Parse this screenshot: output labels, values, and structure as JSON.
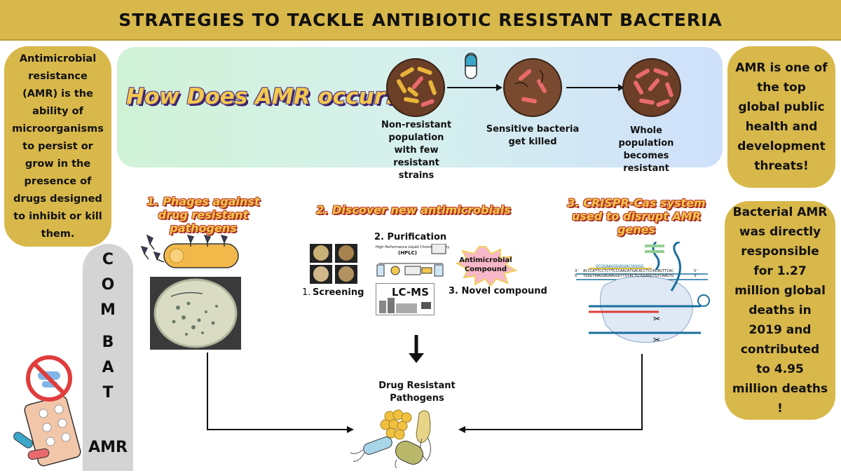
{
  "title": "STRATEGIES TO TACKLE ANTIBIOTIC RESISTANT BACTERIA",
  "left_box": "Antimicrobial resistance (AMR) is the ability of microorganisms to persist or grow in the presence of drugs designed to inhibit or kill them.",
  "right_top_box": "AMR is one of the top global public health and development threats!",
  "right_bottom_box": "Bacterial AMR was directly responsible for 1.27 million global deaths in 2019 and contributed to 4.95 million deaths !",
  "amr_panel": {
    "title": "How Does AMR occur?",
    "stages": [
      "Non-resistant population with few resistant strains",
      "Sensitive bacteria get killed",
      "Whole population becomes resistant"
    ]
  },
  "combat": {
    "letters": [
      "C",
      "O",
      "M",
      "B",
      "A",
      "T"
    ],
    "word": "AMR"
  },
  "strategy1": {
    "title": "1. Phages against drug resistant pathogens"
  },
  "strategy2": {
    "title": "2. Discover new antimicrobials",
    "purification": "2. Purification",
    "hplc": "(HPLC)",
    "hplc_full": "High Performance Liquid Chromatography",
    "lcms": "LC-MS",
    "screening_num": "1.",
    "screening": "Screening",
    "novel": "3. Novel compound",
    "compound": "Antimicrobial Compound"
  },
  "strategy3": {
    "title": "3. CRISPR-Cas system used to disrupt AMR genes",
    "guide_seq": "GCGGAAGGUUGUACUGUGG",
    "dna_top": "ACCCATTCCTCTTCCCAACATGACACCTCCACAGTTCAC",
    "dna_bot": "TGGGTAAGGAGAAGGGTTGTACTGTGGAGGTGTCAAGTG",
    "end3": "3'",
    "end5": "5'"
  },
  "target": "Drug Resistant Pathogens",
  "colors": {
    "banner": "#d8b84a",
    "box": "#d8b84a",
    "combat": "#d4d4d4"
  }
}
